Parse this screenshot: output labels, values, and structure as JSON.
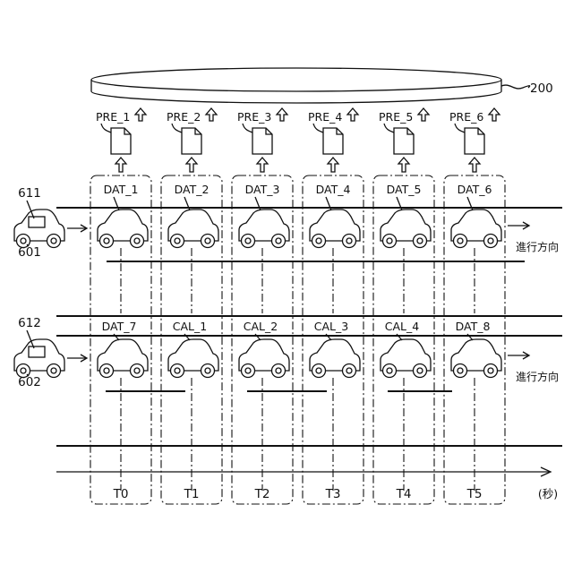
{
  "server": {
    "ref": "200"
  },
  "pre_labels": [
    "PRE_1",
    "PRE_2",
    "PRE_3",
    "PRE_4",
    "PRE_5",
    "PRE_6"
  ],
  "row1": {
    "vehicle_ref": "601",
    "unit_ref": "611",
    "direction": "進行方向",
    "cells": [
      "DAT_1",
      "DAT_2",
      "DAT_3",
      "DAT_4",
      "DAT_5",
      "DAT_6"
    ]
  },
  "row2": {
    "vehicle_ref": "602",
    "unit_ref": "612",
    "direction": "進行方向",
    "cells": [
      "DAT_7",
      "CAL_1",
      "CAL_2",
      "CAL_3",
      "CAL_4",
      "DAT_8"
    ]
  },
  "times": [
    "T0",
    "T1",
    "T2",
    "T3",
    "T4",
    "T5"
  ],
  "time_unit": "(秒)"
}
